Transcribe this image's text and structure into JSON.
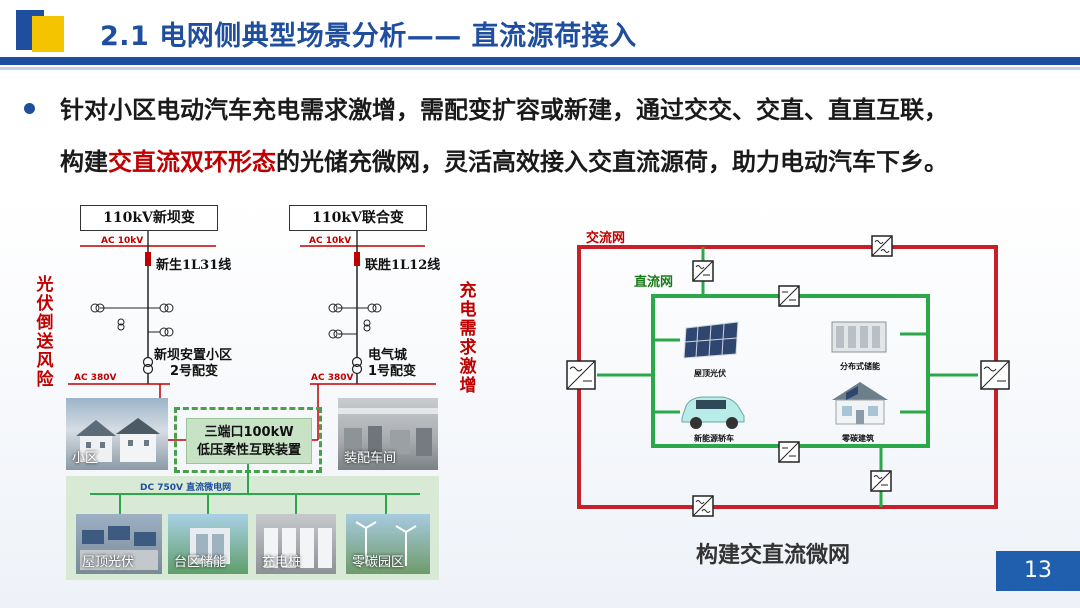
{
  "header": {
    "title": "2.1 电网侧典型场景分析—— 直流源荷接入"
  },
  "bullet": {
    "line1": "针对小区电动汽车充电需求激增，需配变扩容或新建，通过交交、交直、直直互联，",
    "line2_prefix": "构建",
    "line2_highlight": "交直流双环形态",
    "line2_suffix": "的光储充微网，灵活高效接入交直流源荷，助力电动汽车下乡。"
  },
  "left_diagram": {
    "sub1": "110kV新坝变",
    "sub2": "110kV联合变",
    "ac10_left": "AC 10kV",
    "ac10_right": "AC 10kV",
    "feeder1": "新生1L31线",
    "feeder2": "联胜1L12线",
    "left_vertical": "光伏倒送风险",
    "right_vertical": "充电需求激增",
    "xf1_line1": "新坝安置小区",
    "xf1_line2": "2号配变",
    "xf2_line1": "电气城",
    "xf2_line2": "1号配变",
    "ac380_left": "AC 380V",
    "ac380_right": "AC 380V",
    "photo_community": "小区",
    "photo_workshop": "装配车间",
    "device_line1": "三端口100kW",
    "device_line2": "低压柔性互联装置",
    "dc_bus": "DC 750V 直流微电网",
    "bottom_items": [
      "屋顶光伏",
      "台区储能",
      "充电桩",
      "零碳园区"
    ]
  },
  "right_diagram": {
    "ac_grid": "交流网",
    "dc_grid": "直流网",
    "items": [
      "屋顶光伏",
      "分布式储能",
      "新能源轿车",
      "零碳建筑"
    ],
    "caption": "构建交直流微网"
  },
  "page_number": "13",
  "colors": {
    "brand_blue": "#1f4e9e",
    "accent_yellow": "#f5c400",
    "highlight_red": "#c00000",
    "dc_green": "#2aa84a",
    "ac_red": "#c8202a"
  }
}
